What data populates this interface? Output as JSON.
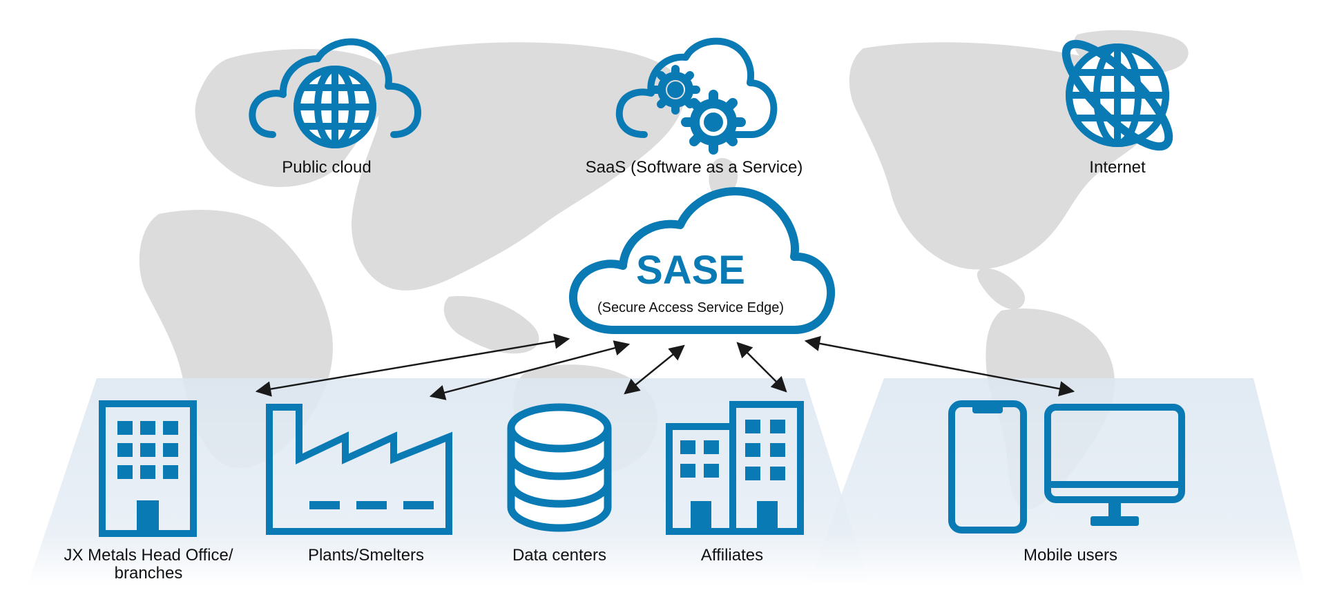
{
  "colors": {
    "accent": "#0a7ab5",
    "map": "#dcdcdc",
    "panel": "#e4ecf4",
    "arrow": "#1a1a1a",
    "text": "#111111"
  },
  "services": [
    {
      "label": "Public cloud",
      "icon": "cloud-globe-icon"
    },
    {
      "label": "SaaS (Software as a Service)",
      "icon": "cloud-gears-icon"
    },
    {
      "label": "Internet",
      "icon": "globe-orbit-icon"
    }
  ],
  "sase": {
    "title": "SASE",
    "subtitle": "(Secure Access Service Edge)"
  },
  "sites": [
    {
      "label_line1": "JX Metals Head Office/",
      "label_line2": "branches",
      "icon": "office-building-icon"
    },
    {
      "label": "Plants/Smelters",
      "icon": "factory-icon"
    },
    {
      "label": "Data centers",
      "icon": "database-icon"
    },
    {
      "label": "Affiliates",
      "icon": "buildings-icon"
    },
    {
      "label": "Mobile users",
      "icon": "phone-and-monitor-icon"
    }
  ]
}
